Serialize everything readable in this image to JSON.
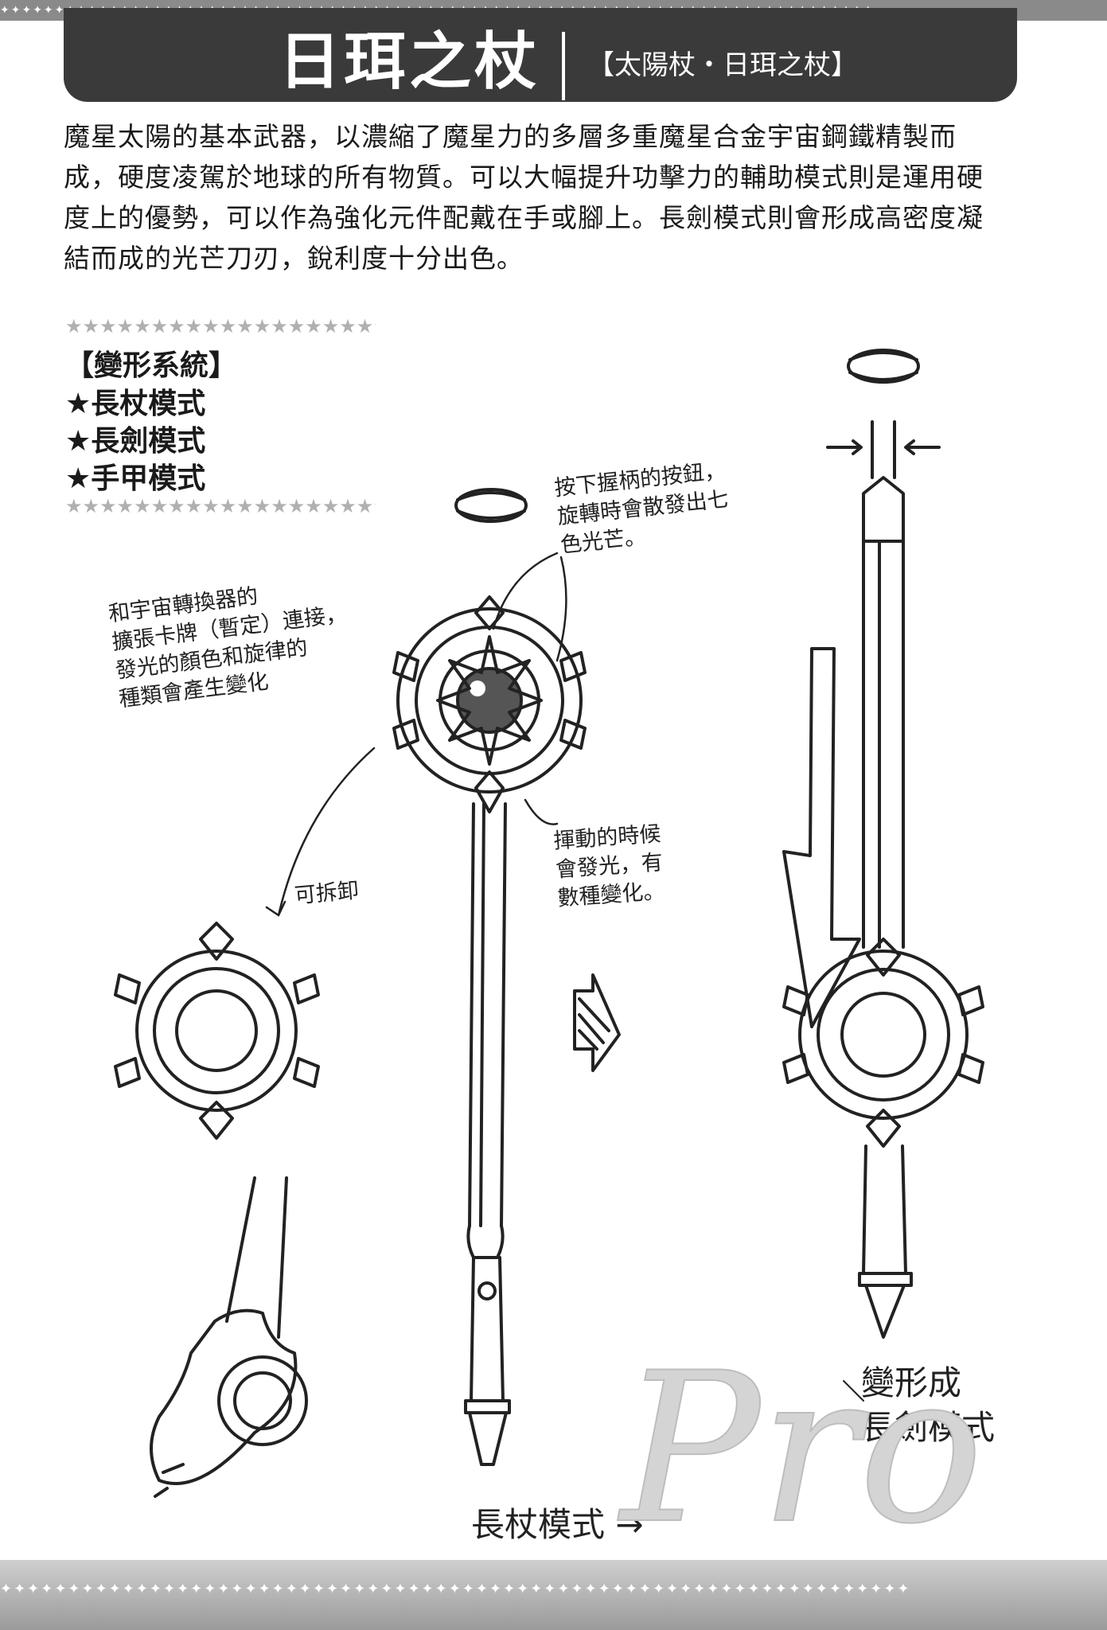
{
  "header": {
    "title": "日珥之杖",
    "subtitle": "【太陽杖・日珥之杖】"
  },
  "description": "魔星太陽的基本武器，以濃縮了魔星力的多層多重魔星合金宇宙鋼鐵精製而成，硬度凌駕於地球的所有物質。可以大幅提升功擊力的輔助模式則是運用硬度上的優勢，可以作為強化元件配戴在手或腳上。長劍模式則會形成高密度凝結而成的光芒刀刃，銳利度十分出色。",
  "modes": {
    "heading": "【變形系統】",
    "items": [
      "★長杖模式",
      "★長劍模式",
      "★手甲模式"
    ]
  },
  "annotations": {
    "connector_note": [
      "和宇宙轉換器的",
      "擴張卡牌（暫定）連接，",
      "發光的顏色和旋律的",
      "種類會產生變化"
    ],
    "button_note": [
      "按下握柄的按鈕，",
      "旋轉時會散發出七",
      "色光芒。"
    ],
    "detachable": "可拆卸",
    "swing_note": [
      "揮動的時候",
      "會發光，有",
      "數種變化。"
    ],
    "staff_mode_label": "長杖模式 →",
    "sword_mode_label": [
      "變形成",
      "長劍模式"
    ]
  },
  "watermark": "Pro",
  "colors": {
    "header_bg": "#3a3a3a",
    "band": "#9a9a9a",
    "ink": "#1a1a1a",
    "watermark": "#cccccc"
  }
}
